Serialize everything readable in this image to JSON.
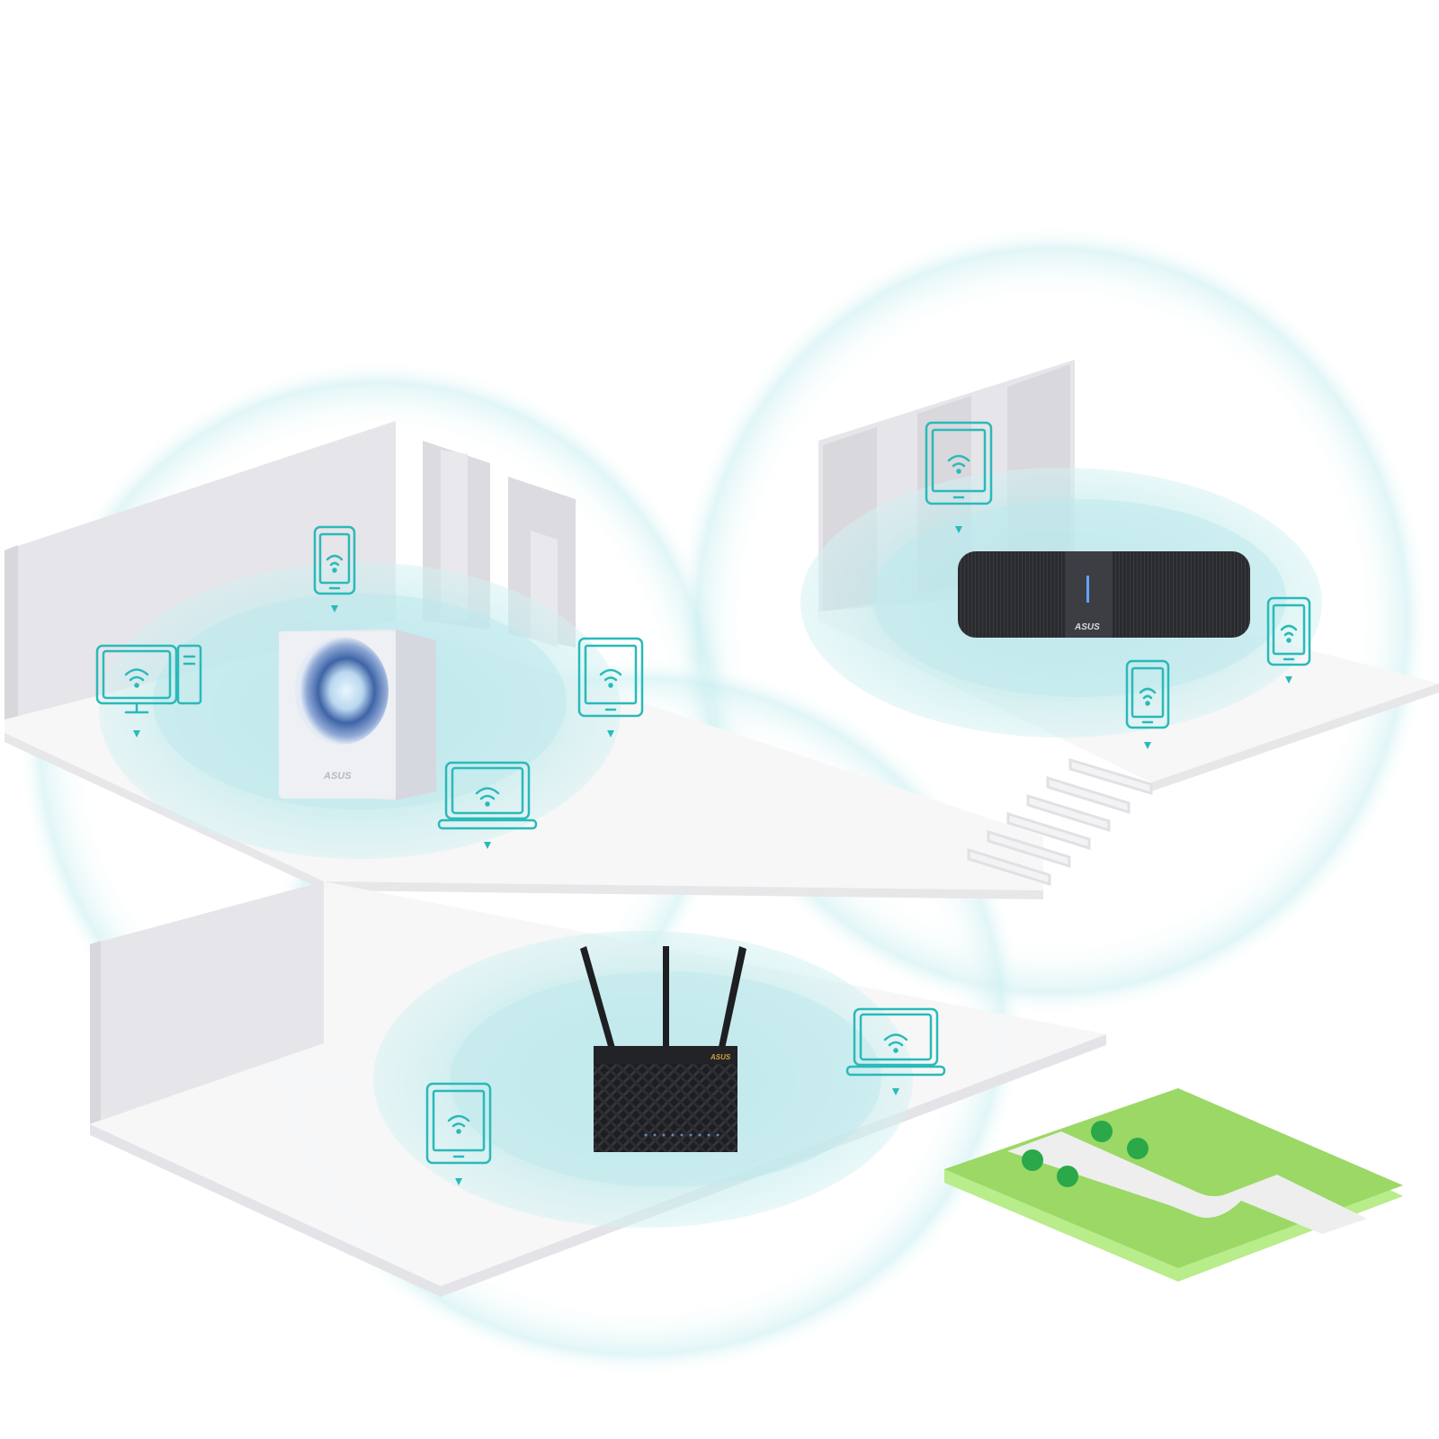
{
  "scene": {
    "description": "Isometric multi-floor home with ASUS WiFi routers and connected devices",
    "colors": {
      "coverage": "#bfeaec",
      "coverage_ring": "#d7f2f3",
      "icon_stroke": "#2bb9b9",
      "floor": "#f7f7f8",
      "wall": "#e3e2e6",
      "lawn": "#9bd866",
      "lawn_edge": "#b9ec8a",
      "tree": "#2ba84a",
      "path": "#efefef"
    }
  },
  "routers": [
    {
      "id": "blue-cave",
      "logo": "ASUS",
      "floor": "upper-left"
    },
    {
      "id": "lyra-voice",
      "logo": "ASUS",
      "floor": "upper-right"
    },
    {
      "id": "rt-ac-router",
      "logo": "ASUS",
      "floor": "lower"
    }
  ],
  "devices": [
    {
      "type": "desktop",
      "zone": "upper-left"
    },
    {
      "type": "phone",
      "zone": "upper-left"
    },
    {
      "type": "tablet",
      "zone": "upper-left"
    },
    {
      "type": "laptop",
      "zone": "upper-left"
    },
    {
      "type": "tablet",
      "zone": "upper-right"
    },
    {
      "type": "phone",
      "zone": "upper-right"
    },
    {
      "type": "phone",
      "zone": "upper-right"
    },
    {
      "type": "tablet",
      "zone": "lower"
    },
    {
      "type": "laptop",
      "zone": "lower"
    }
  ]
}
